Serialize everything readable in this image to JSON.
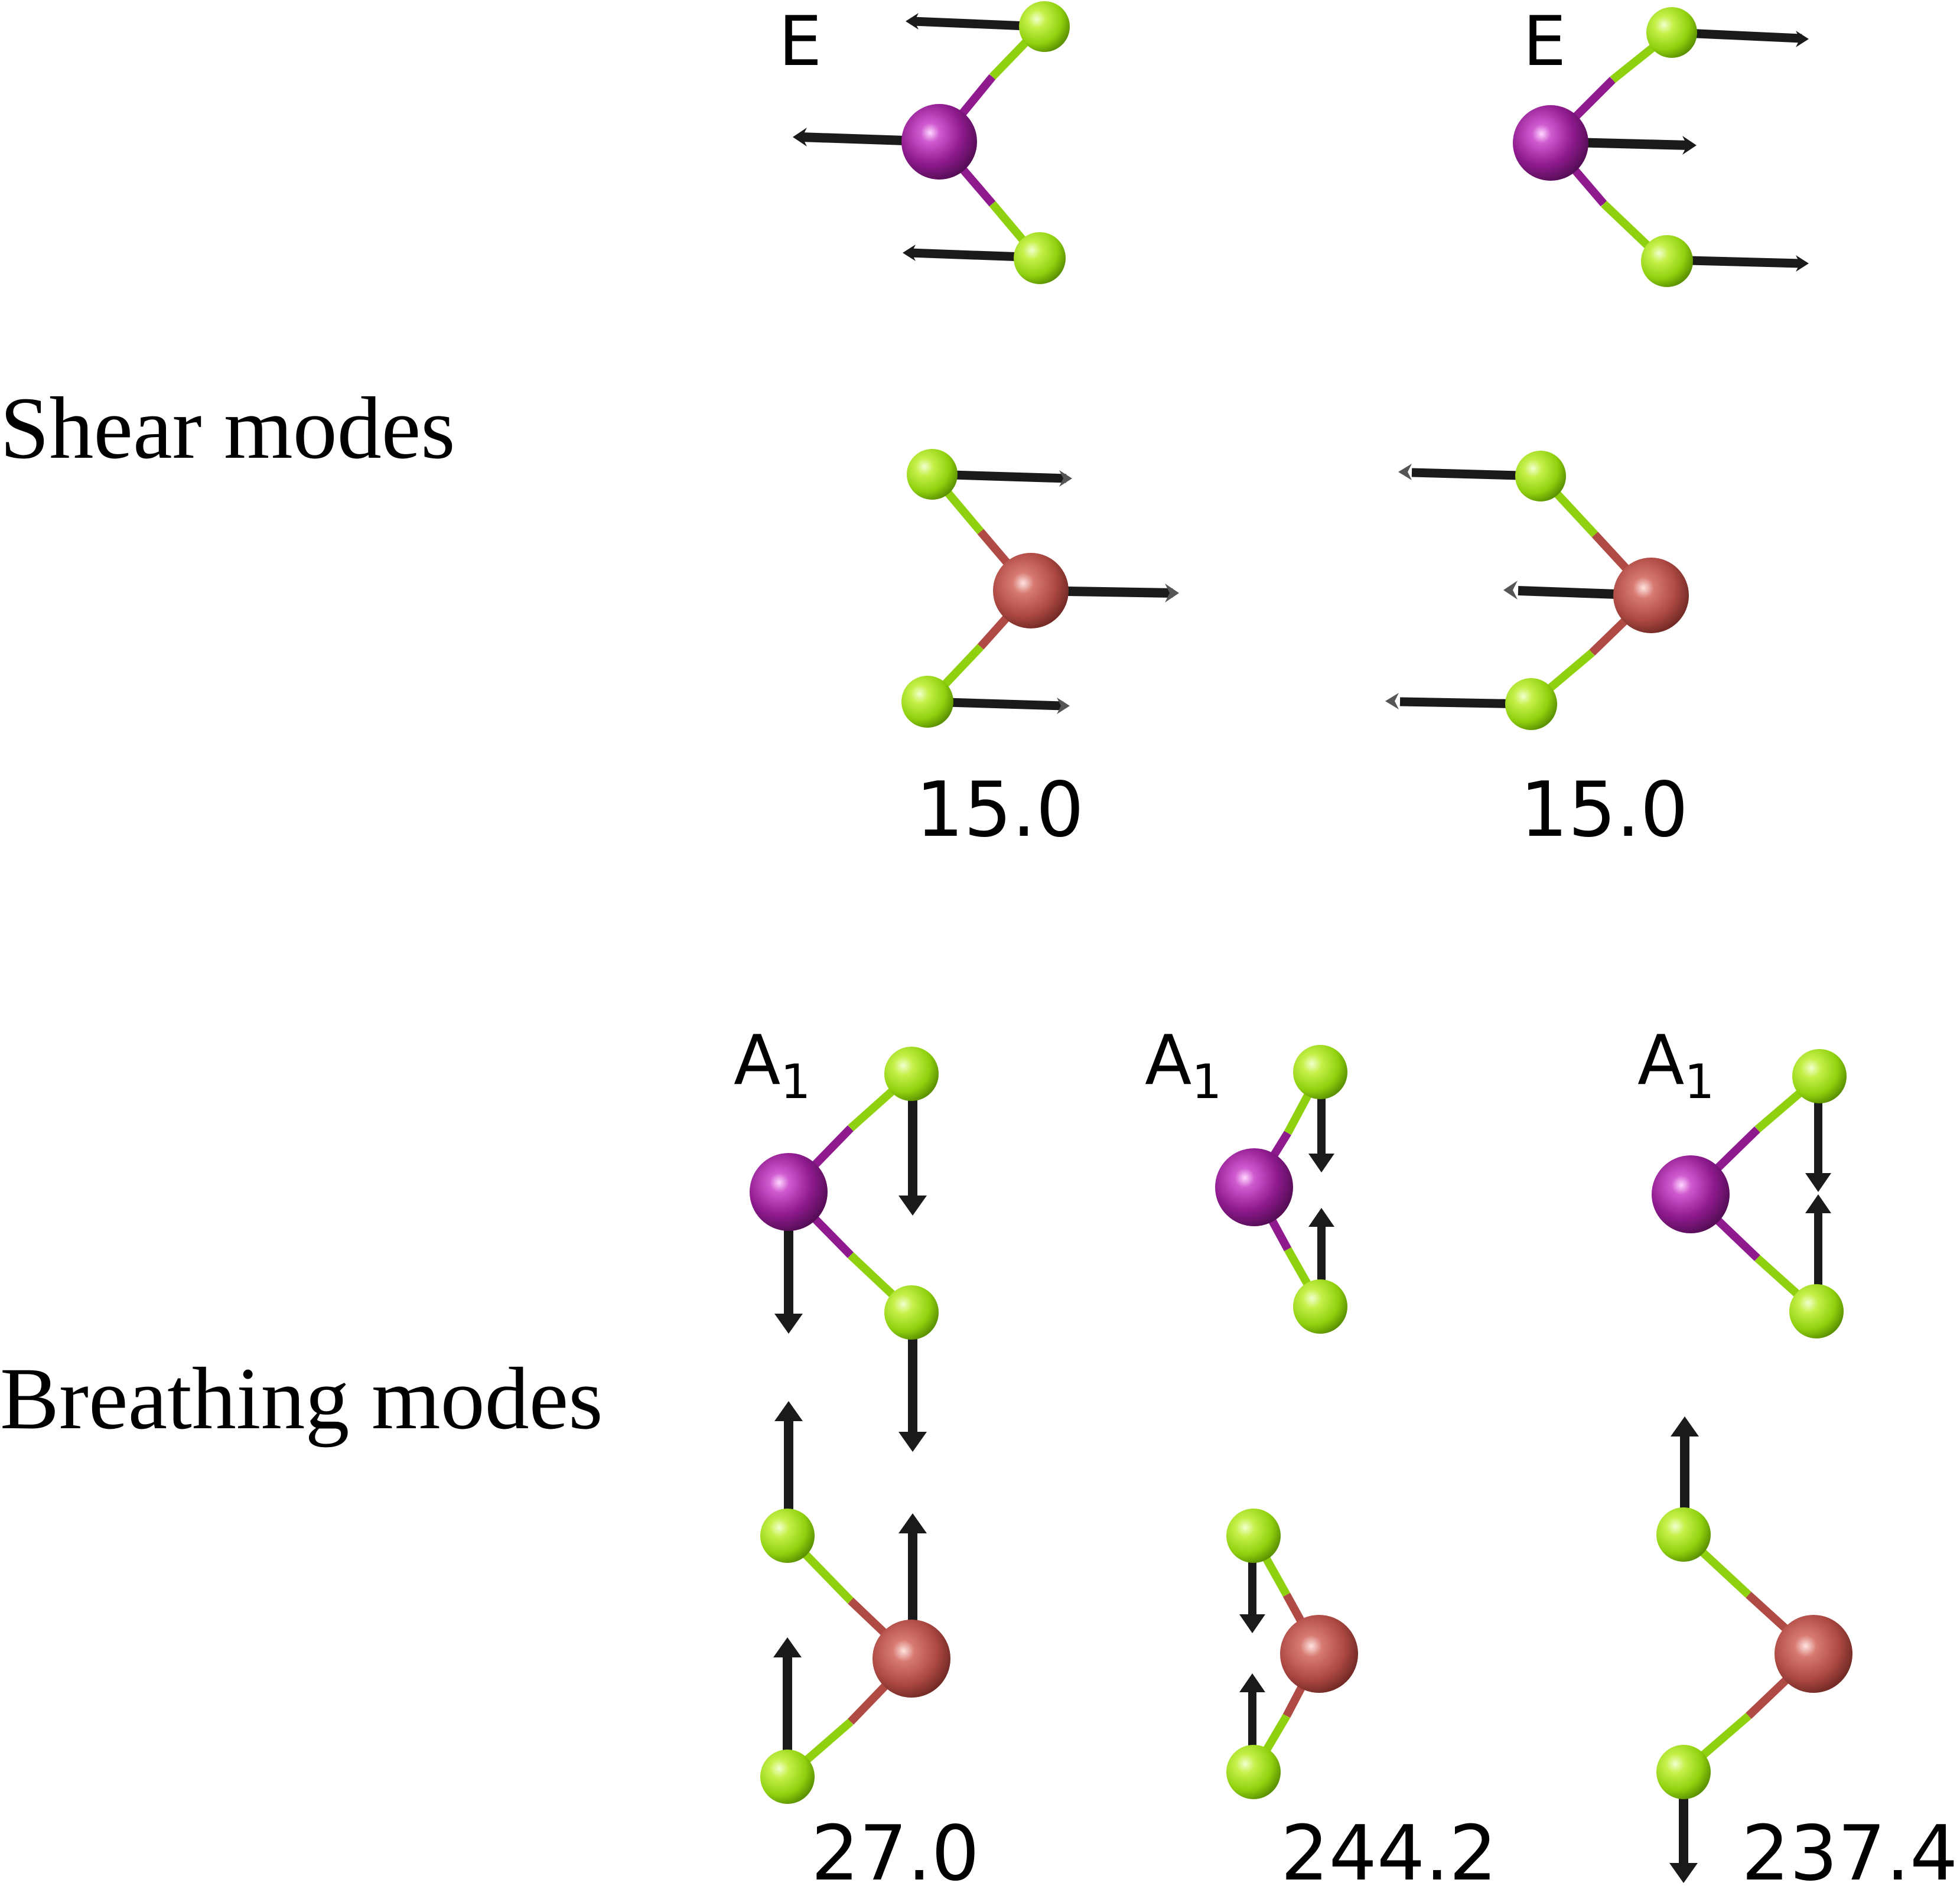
{
  "section_labels": {
    "shear": "Shear modes",
    "breathing": "Breathing modes"
  },
  "modes": {
    "shear_1": {
      "symmetry": "E",
      "frequency": "15.0"
    },
    "shear_2": {
      "symmetry": "E",
      "frequency": "15.0"
    },
    "breathing_1": {
      "symmetry": "A",
      "symmetry_subscript": "1",
      "frequency": "27.0"
    },
    "breathing_2": {
      "symmetry": "A",
      "symmetry_subscript": "1",
      "frequency": "244.2"
    },
    "breathing_3": {
      "symmetry": "A",
      "symmetry_subscript": "1",
      "frequency": "237.4"
    }
  },
  "colors": {
    "chalcogen_atom": "#9ad61c",
    "metal_atom_top_layer": "#8e1a8e",
    "metal_atom_bottom_layer": "#b5504a",
    "displacement_arrow": "#1a1a1a",
    "text": "#000000"
  }
}
